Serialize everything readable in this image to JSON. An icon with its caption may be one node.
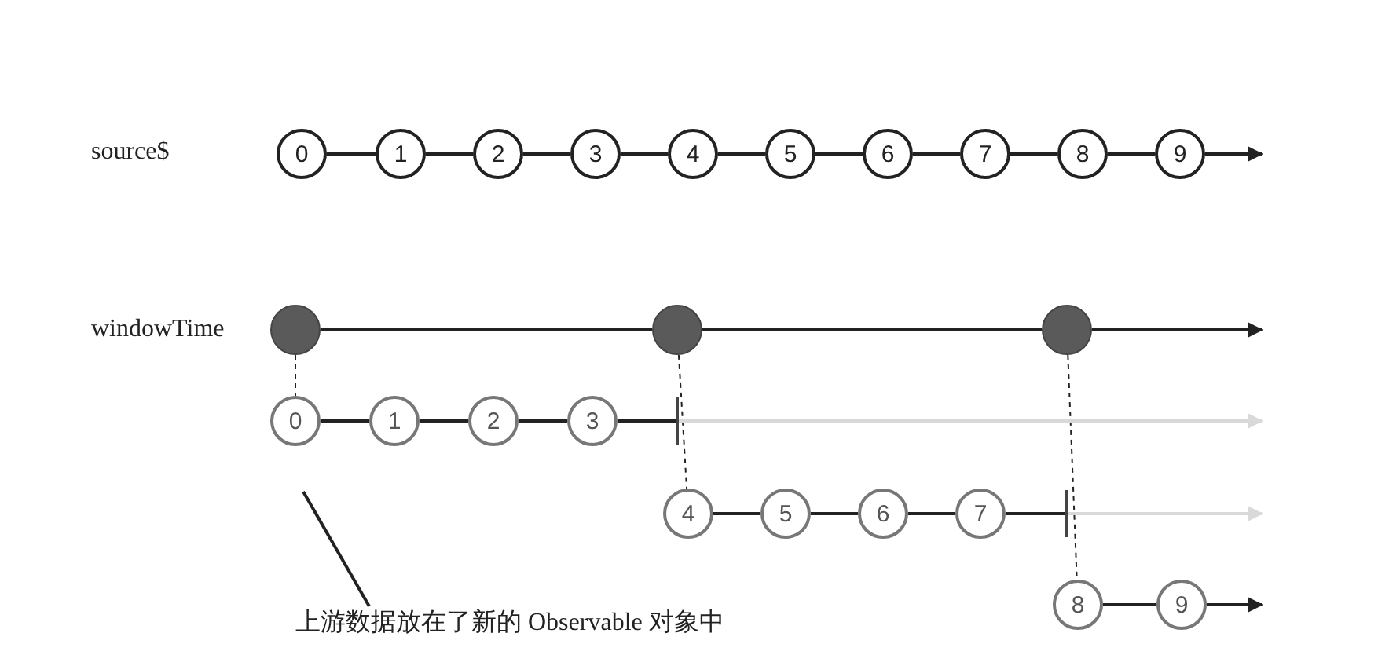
{
  "diagram": {
    "nodes": [
      {
        "text": [
          "0"
        ]
      },
      {
        "text": [
          "1"
        ]
      },
      {
        "text": [
          "2"
        ]
      },
      {
        "text": [
          "3"
        ]
      },
      {
        "text": [
          "4"
        ]
      },
      {
        "text": [
          "5"
        ]
      },
      {
        "text": [
          "6"
        ]
      },
      {
        "text": [
          "7"
        ]
      },
      {
        "text": [
          "8"
        ]
      },
      {
        "text": [
          "9"
        ]
      },
      {
        "text": [],
        "shape": "circle"
      },
      {
        "text": [],
        "shape": "circle"
      },
      {
        "text": [],
        "shape": "circle"
      },
      {
        "text": [
          "0"
        ]
      },
      {
        "text": [
          "1"
        ]
      },
      {
        "text": [
          "2"
        ]
      },
      {
        "text": [
          "3"
        ]
      },
      {
        "text": [],
        "shape": "bar"
      },
      {
        "text": [
          "4"
        ]
      },
      {
        "text": [
          "5"
        ]
      },
      {
        "text": [
          "6"
        ]
      },
      {
        "text": [
          "7"
        ]
      },
      {
        "text": [],
        "shape": "bar"
      },
      {
        "text": [
          "8"
        ]
      },
      {
        "text": [
          "9"
        ]
      },
      {
        "text": [
          "上游数据放在了新的 Observable 对象中"
        ]
      }
    ],
    "edges": [
      {
        "from": 0,
        "to": 1,
        "arrow": "none"
      },
      {
        "from": 1,
        "to": 2,
        "arrow": "none"
      },
      {
        "from": 2,
        "to": 3,
        "arrow": "none"
      },
      {
        "from": 3,
        "to": 4,
        "arrow": "none"
      },
      {
        "from": 4,
        "to": 5,
        "arrow": "none"
      },
      {
        "from": 5,
        "to": 6,
        "arrow": "none"
      },
      {
        "from": 6,
        "to": 7,
        "arrow": "none"
      },
      {
        "from": 7,
        "to": 8,
        "arrow": "none"
      },
      {
        "from": 8,
        "to": 9,
        "arrow": "none"
      },
      {
        "from": 9,
        "to": null,
        "arrow": "to"
      },
      {
        "from": 10,
        "to": 11,
        "arrow": "none"
      },
      {
        "from": 11,
        "to": 12,
        "arrow": "none"
      },
      {
        "from": 12,
        "to": null,
        "arrow": "to"
      },
      {
        "from": 10,
        "to": 13,
        "arrow": "none",
        "style": "dashed"
      },
      {
        "from": 11,
        "to": 18,
        "arrow": "none",
        "style": "dashed"
      },
      {
        "from": 12,
        "to": 23,
        "arrow": "none",
        "style": "dashed"
      },
      {
        "from": 13,
        "to": 14,
        "arrow": "none"
      },
      {
        "from": 14,
        "to": 15,
        "arrow": "none"
      },
      {
        "from": 15,
        "to": 16,
        "arrow": "none"
      },
      {
        "from": 16,
        "to": 17,
        "arrow": "none"
      },
      {
        "from": 17,
        "to": null,
        "arrow": "to",
        "color": "#d9d9d9"
      },
      {
        "from": 18,
        "to": 19,
        "arrow": "none"
      },
      {
        "from": 19,
        "to": 20,
        "arrow": "none"
      },
      {
        "from": 20,
        "to": 21,
        "arrow": "none"
      },
      {
        "from": 21,
        "to": 22,
        "arrow": "none"
      },
      {
        "from": 22,
        "to": null,
        "arrow": "to",
        "color": "#d9d9d9"
      },
      {
        "from": 23,
        "to": 24,
        "arrow": "none"
      },
      {
        "from": 24,
        "to": null,
        "arrow": "to"
      },
      {
        "from": 25,
        "to": null,
        "arrow": "none"
      }
    ],
    "labels": [
      "source$",
      "windowTime"
    ]
  }
}
